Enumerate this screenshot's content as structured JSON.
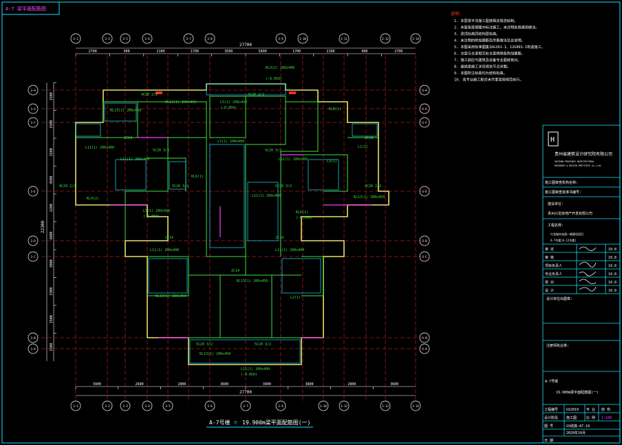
{
  "sheet": {
    "corner_tag": "A-7 梁平面配筋图",
    "drawing_title_prefix": "A-7号楼",
    "drawing_title": "19.900m梁平面配筋图(一)"
  },
  "dimensions": {
    "top_total": "27700",
    "top_segments": [
      "2700",
      "900",
      "2100",
      "1700",
      "3500",
      "5800",
      "1700",
      "2100",
      "900",
      "2700"
    ],
    "bottom_total": "27700",
    "bottom_segments": [
      "3900",
      "2600",
      "2800",
      "3600",
      "3900",
      "3800",
      "2800",
      "3600"
    ],
    "left_total": "22300",
    "left_segments": [
      "1500",
      "1500",
      "1500",
      "4500",
      "1200",
      "4800",
      "3000",
      "3300",
      "1500",
      "1500"
    ]
  },
  "axis_bubbles": {
    "top": [
      "3-1",
      "3-3",
      "3-5",
      "3-6",
      "3-7",
      "3-8",
      "3-9",
      "3-10",
      "3-11",
      "3-12",
      "3-14"
    ],
    "bottom": [
      "3-1",
      "3-2",
      "3-3",
      "3-4",
      "3-5",
      "3-6",
      "3-7",
      "3-9",
      "3-10",
      "3-12",
      "3-13",
      "3-14"
    ],
    "left": [
      "3-H",
      "3-G",
      "3-F",
      "3-E",
      "3-D",
      "3-C",
      "3-B",
      "3-A"
    ],
    "right": [
      "3-H",
      "3-G",
      "3-F",
      "3-E",
      "3-D",
      "3-C",
      "3-B",
      "3-A"
    ]
  },
  "beam_labels": {
    "KL9": "KL9(2) 200x400",
    "L5": "L5(1) 200x450",
    "KL13": "KL13(1) 200x450",
    "L7": "L7(1) 200x400",
    "L11": "L11(1) 200x400",
    "L2": "L2(1)",
    "KL8": "KL8(1)",
    "L1": "L1(1)",
    "L3": "L3(1)",
    "KL4": "KL4(2)",
    "KL6": "KL6(1)",
    "reinf_a": "4C20 2/2",
    "reinf_b": "2C14",
    "reinf_c": "5C20 3/2",
    "level_note": "(-0.050)"
  },
  "notes": {
    "heading": "说明：",
    "lines": [
      "1. 本层梁平法施工图按相关规范绘制。",
      "2. 本层各梁按图中标注施工，未注明处按通用做法。",
      "3. 梁顶标高同结构层标高。",
      "4. 未注明的附加箍筋及吊筋做法见总说明。",
      "5. 本图采用标准图集16G101-1、12G901-1构造施工。",
      "6. 次梁与主梁相交处主梁两侧各附加箍筋。",
      "7. 施工前应与建筑及设备专业图纸核对。",
      "8. 悬挑梁施工详见相关节点详图。",
      "9. 本图所注标高均为结构标高。",
      "10. 各专业施工配合未尽事宜按规范执行。"
    ]
  },
  "title_block": {
    "company_name": "贵州省建筑设计研究院有限公司",
    "company_en_1": "GUIZHOU PROVINCE ARCHITECTURAL",
    "company_en_2": "RESEARCH & DESIGN INSTITUTE Co.,Ltd.",
    "stamp_row_1": "施工图审查机构名称:",
    "stamp_row_2": "施工图审查批准书编号:",
    "client_label": "建设单位:",
    "client_name": "贵州兴龙房地产开发有限公司",
    "project_label": "工程名称:",
    "project_name": "兴龙城市花园一期建设项目",
    "project_sub": "A-7号楼(A-12号楼)",
    "roles": [
      {
        "role": "审 定",
        "date": "10.8"
      },
      {
        "role": "审 核",
        "date": "10.8"
      },
      {
        "role": "项目负责人",
        "date": "10.8"
      },
      {
        "role": "专业负责人",
        "date": "10.8"
      },
      {
        "role": "校 对",
        "date": "10.8"
      },
      {
        "role": "设 计",
        "date": "10.8"
      }
    ],
    "design_stamp": "设计单位出图章:",
    "reg_stamp": "注册师执业章:",
    "drawing_name_1": "A-7号楼",
    "drawing_name_2": "19.900m梁平面配筋图(一)",
    "project_no_label": "工程编号",
    "project_no": "GS2019",
    "discipline_label": "专 业",
    "discipline": "结 构",
    "phase_label": "设计阶段",
    "phase": "施工图",
    "scale_label": "比 例",
    "scale": "1:100",
    "dwg_no_label": "图 号",
    "dwg_no": "GS结施-A7-10",
    "date_label": "日 期",
    "date": "2020年10月"
  }
}
